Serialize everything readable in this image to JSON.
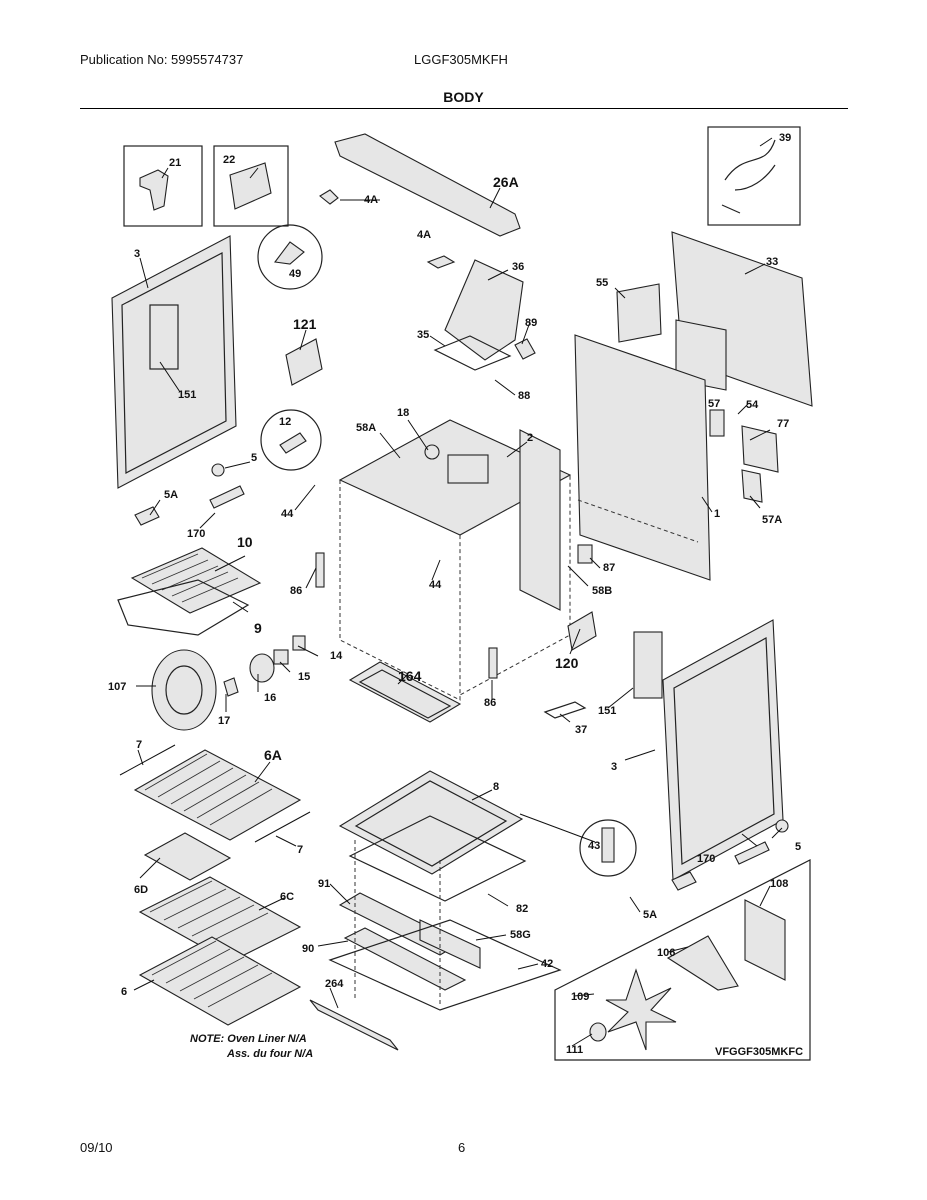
{
  "header": {
    "publication": "Publication No: 5995574737",
    "model": "LGGF305MKFH",
    "section": "BODY"
  },
  "footer": {
    "date": "09/10",
    "page": "6"
  },
  "diagram": {
    "note_line1": "NOTE: Oven Liner N/A",
    "note_line2": "Ass. du four N/A",
    "code": "VFGGF305MKFC",
    "labels": {
      "p21": "21",
      "p22": "22",
      "p39": "39",
      "p26a": "26A",
      "p4a_1": "4A",
      "p4a_2": "4A",
      "p49": "49",
      "p3_l": "3",
      "p151_l": "151",
      "p121": "121",
      "p36": "36",
      "p35": "35",
      "p89": "89",
      "p88": "88",
      "p55": "55",
      "p33": "33",
      "p12": "12",
      "p18": "18",
      "p58a": "58A",
      "p2": "2",
      "p57": "57",
      "p54": "54",
      "p77": "77",
      "p5_l": "5",
      "p5a_l": "5A",
      "p44_1": "44",
      "p170_l": "170",
      "p1": "1",
      "p57a": "57A",
      "p10": "10",
      "p86_1": "86",
      "p44_2": "44",
      "p87": "87",
      "p58b": "58B",
      "p9": "9",
      "p14": "14",
      "p15": "15",
      "p120": "120",
      "p107": "107",
      "p16": "16",
      "p164": "164",
      "p17": "17",
      "p86_2": "86",
      "p151_r": "151",
      "p37": "37",
      "p7_1": "7",
      "p6a": "6A",
      "p8": "8",
      "p3_r": "3",
      "p43": "43",
      "p7_2": "7",
      "p5_r": "5",
      "p170_r": "170",
      "p6d": "6D",
      "p91": "91",
      "p82": "82",
      "p108": "108",
      "p5a_r": "5A",
      "p6c": "6C",
      "p58g": "58G",
      "p90": "90",
      "p106": "106",
      "p42": "42",
      "p6": "6",
      "p264": "264",
      "p109": "109",
      "p111": "111"
    }
  }
}
